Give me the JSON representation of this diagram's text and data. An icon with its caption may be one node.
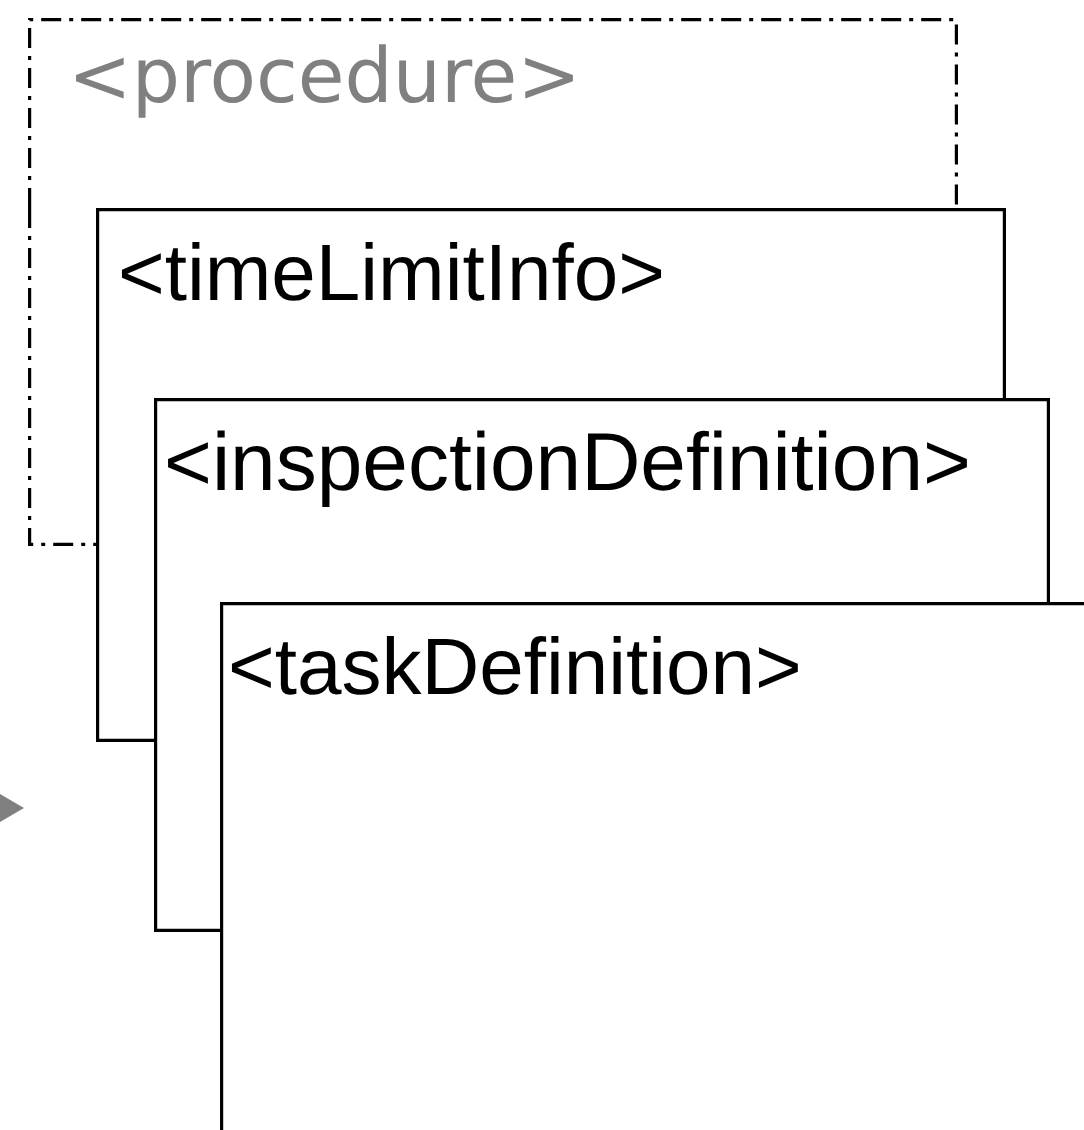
{
  "diagram": {
    "nodes": [
      {
        "text": [
          "<procedure>"
        ]
      },
      {
        "text": [
          "<timeLimitInfo>"
        ]
      },
      {
        "text": [
          "<inspectionDefinition>"
        ]
      },
      {
        "text": [
          "<taskDefinition>"
        ]
      }
    ]
  }
}
